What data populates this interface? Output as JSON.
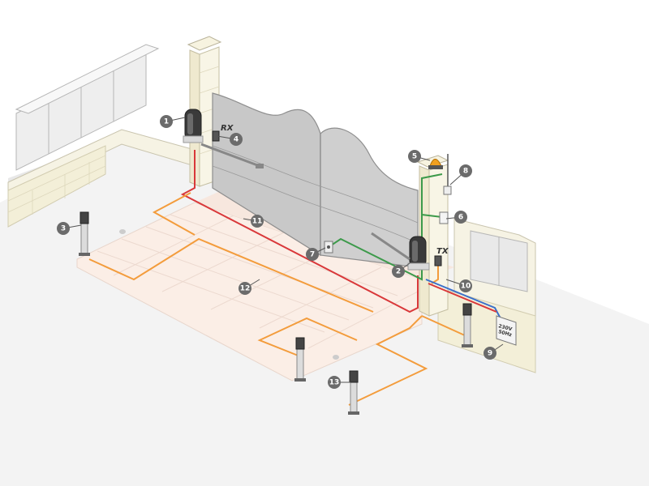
{
  "labels": {
    "rx": "RX",
    "tx": "TX",
    "power_supply": [
      "230V",
      "50Hz"
    ]
  },
  "callouts": [
    "1",
    "2",
    "3",
    "4",
    "5",
    "6",
    "7",
    "8",
    "9",
    "10",
    "11",
    "12",
    "13"
  ],
  "colors": {
    "cable_orange": "#f39c3c",
    "cable_red": "#d9383a",
    "cable_green": "#3c9a4a",
    "cable_blue": "#3a6fc9",
    "badge": "#6b6b6b",
    "lamp": "#f0a020"
  },
  "icons": {
    "motor": "swing-gate-motor-icon",
    "photocell_post": "photocell-column-icon",
    "flashing_light": "flashing-light-icon",
    "antenna": "antenna-icon",
    "control_unit": "control-unit-icon",
    "key_selector": "key-selector-icon",
    "photocell": "photocell-icon"
  }
}
